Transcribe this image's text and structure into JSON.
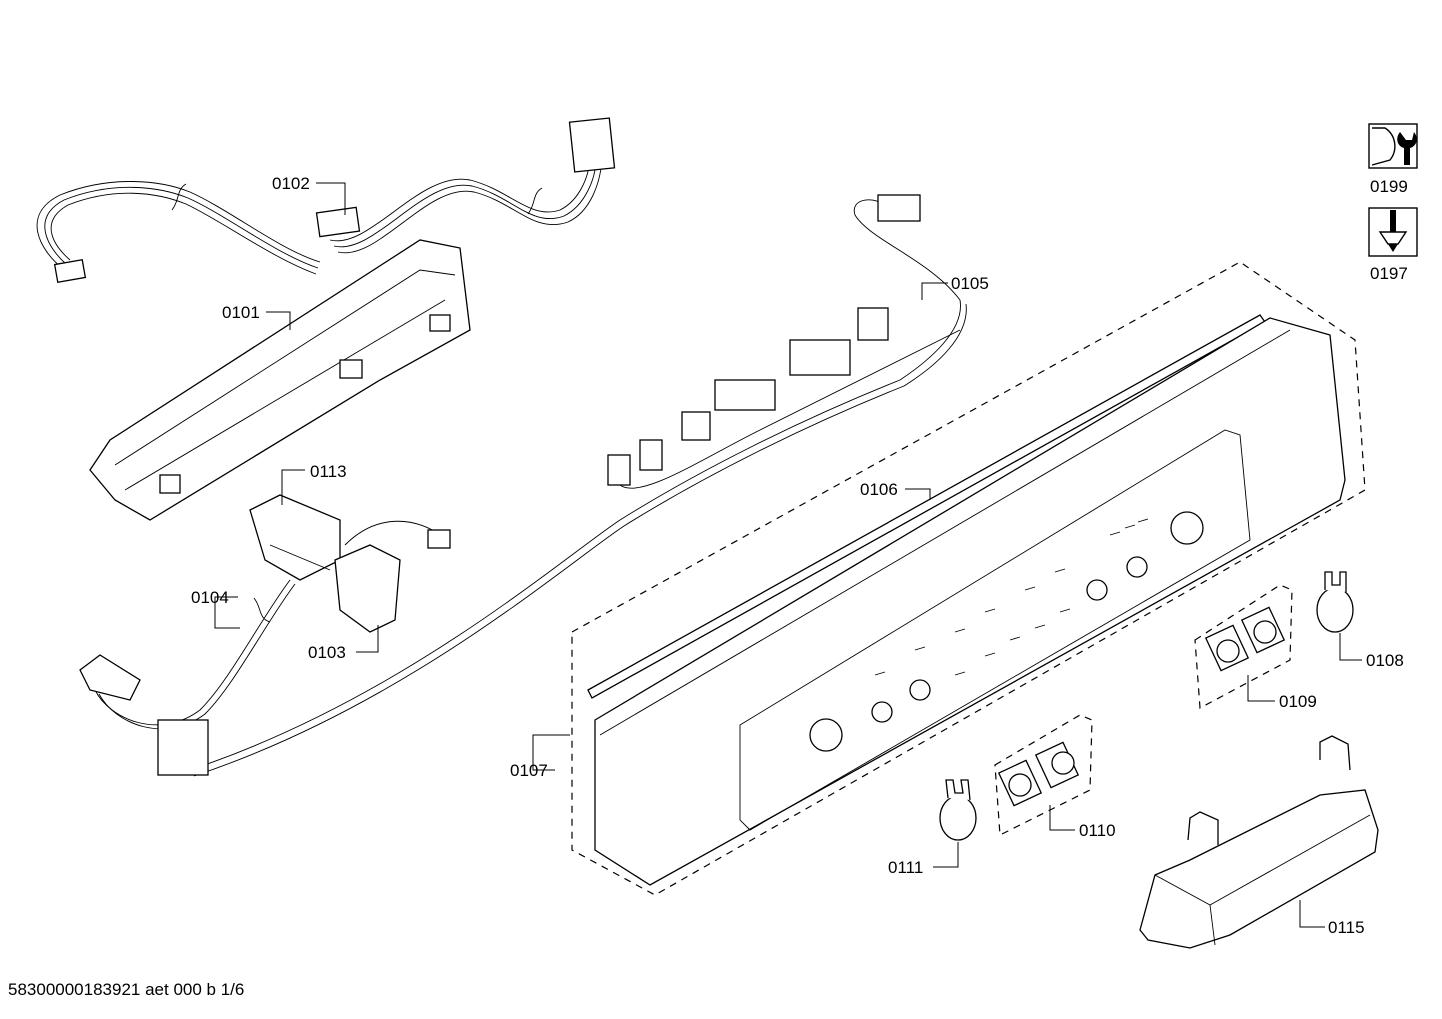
{
  "callouts": {
    "c0101": "0101",
    "c0102": "0102",
    "c0103": "0103",
    "c0104": "0104",
    "c0105": "0105",
    "c0106": "0106",
    "c0107": "0107",
    "c0108": "0108",
    "c0109": "0109",
    "c0110": "0110",
    "c0111": "0111",
    "c0113": "0113",
    "c0115": "0115",
    "c0197": "0197",
    "c0199": "0199"
  },
  "icons": {
    "tool_icon": "wrench-icon",
    "screw_icon": "screwdriver-icon"
  },
  "footer": {
    "doc_id": "58300000183921 aet 000 b 1/6"
  }
}
